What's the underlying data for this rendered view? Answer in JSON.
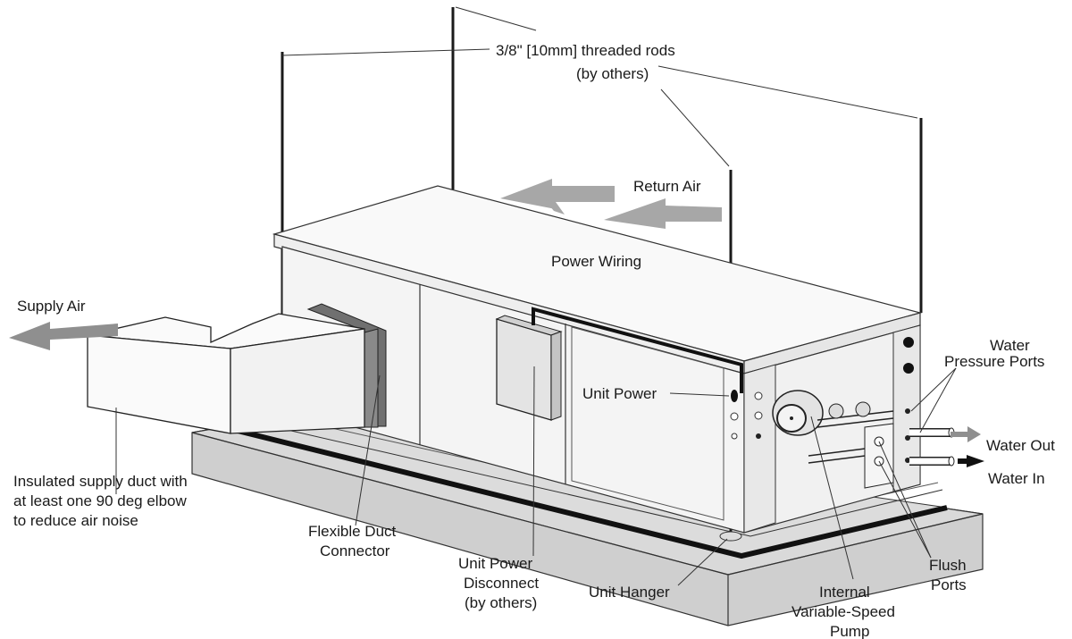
{
  "labels": {
    "rods_line1": "3/8\" [10mm] threaded rods",
    "rods_line2": "(by others)",
    "return_air": "Return Air",
    "power_wiring": "Power Wiring",
    "supply_air": "Supply Air",
    "unit_power": "Unit Power",
    "water_pressure_1": "Water",
    "water_pressure_2": "Pressure Ports",
    "water_out": "Water Out",
    "water_in": "Water In",
    "insulated_1": "Insulated supply duct with",
    "insulated_2": "at least one 90 deg elbow",
    "insulated_3": "to reduce air noise",
    "flex_1": "Flexible Duct",
    "flex_2": "Connector",
    "disconnect_1": "Unit Power",
    "disconnect_2": "Disconnect",
    "disconnect_3": "(by others)",
    "hanger": "Unit Hanger",
    "pump_1": "Internal",
    "pump_2": "Variable-Speed",
    "pump_3": "Pump",
    "flush_1": "Flush",
    "flush_2": "Ports"
  },
  "colors": {
    "arrow_gray": "#a7a7a7",
    "duct_connector": "#6f6f6f",
    "slab": "#cdcdcd",
    "unit_side": "#f4f4f4",
    "unit_top": "#f9f9f9"
  }
}
